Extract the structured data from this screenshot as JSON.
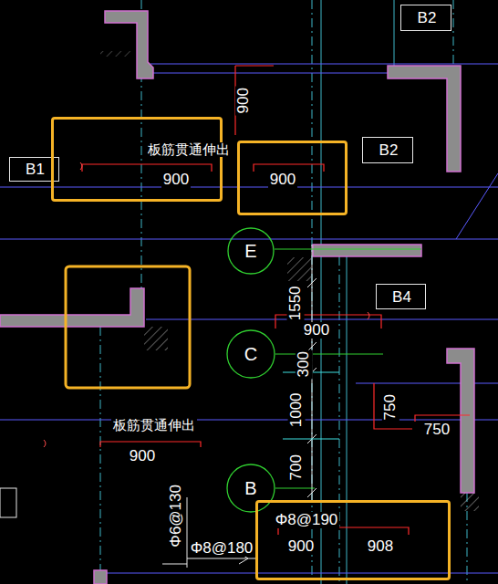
{
  "diagram": {
    "nodes": [
      {
        "text": [
          "B2"
        ]
      },
      {
        "text": [
          "B1"
        ]
      },
      {
        "text": [
          "板筋贯通伸出",
          "900"
        ]
      },
      {
        "text": [
          "900"
        ]
      },
      {
        "text": [
          "B2"
        ]
      },
      {
        "text": [
          "E"
        ]
      },
      {
        "text": [
          "B4"
        ]
      },
      {
        "text": [
          "C"
        ]
      },
      {
        "text": [
          "B"
        ]
      },
      {
        "text": [
          "Φ8@190",
          "900",
          "908"
        ]
      }
    ],
    "labels": [
      "900",
      "1550",
      "900",
      "300",
      "750",
      "1000",
      "板筋贯通伸出",
      "750",
      "900",
      "700",
      "Φ6@130",
      "Φ8@180"
    ]
  }
}
